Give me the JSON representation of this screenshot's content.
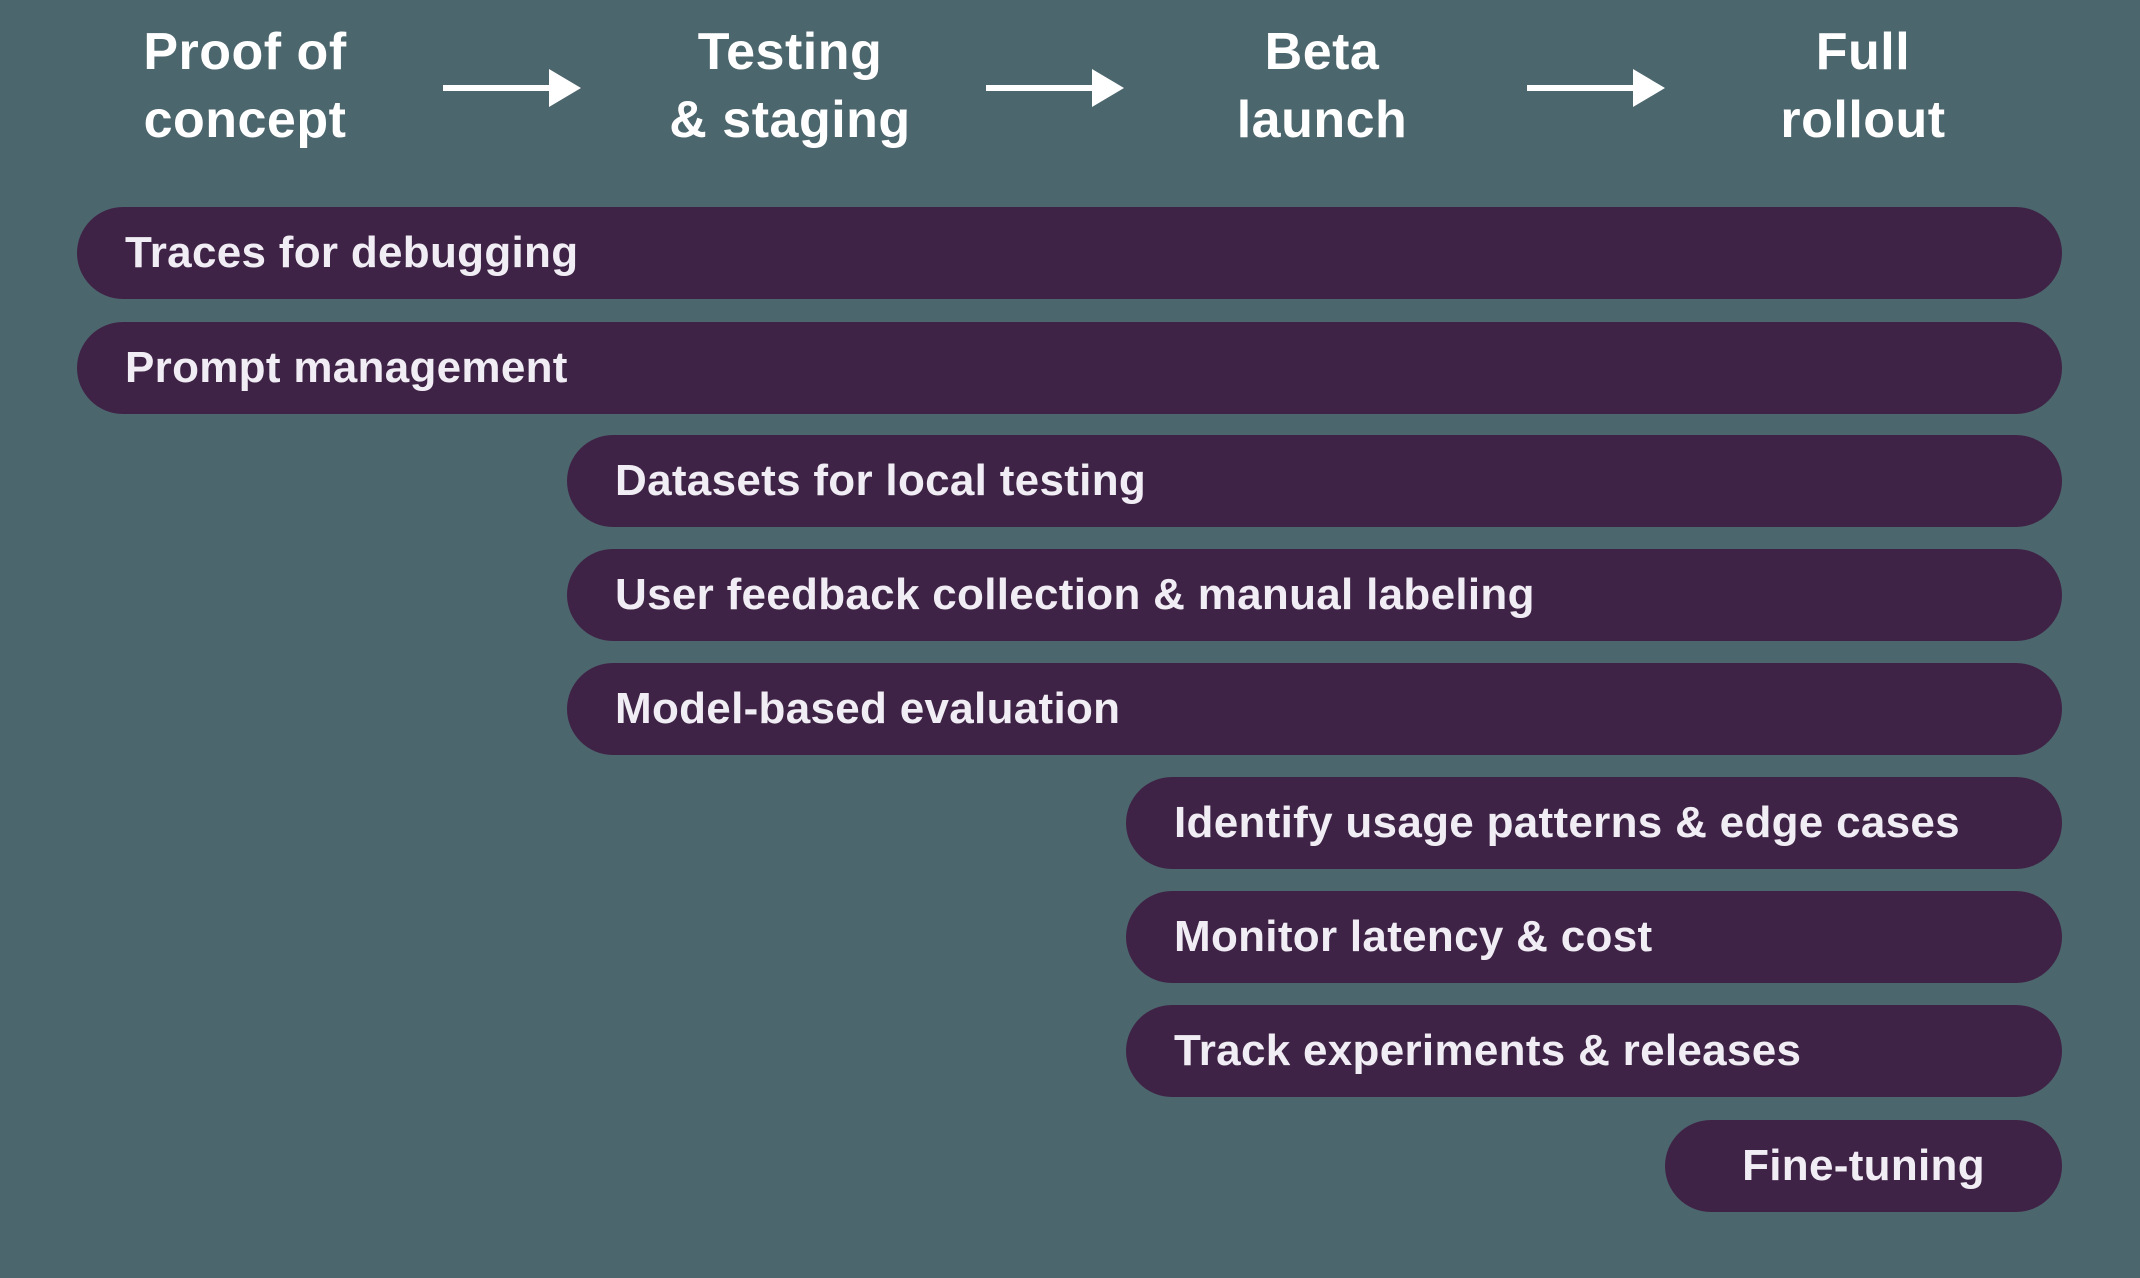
{
  "colors": {
    "background": "#4C666D",
    "bar": "#3F2346",
    "bar_text": "#F1EDF4",
    "header_text": "#FFFFFF",
    "arrow": "#FFFFFF"
  },
  "stages": [
    {
      "line1": "Proof of",
      "line2": "concept"
    },
    {
      "line1": "Testing",
      "line2": "& staging"
    },
    {
      "line1": "Beta",
      "line2": "launch"
    },
    {
      "line1": "Full",
      "line2": "rollout"
    }
  ],
  "icons": [
    {
      "name": "arrow-right-icon"
    },
    {
      "name": "arrow-right-icon"
    },
    {
      "name": "arrow-right-icon"
    }
  ],
  "bars": [
    {
      "label": "Traces for debugging",
      "starts_at": "Proof of concept"
    },
    {
      "label": "Prompt management",
      "starts_at": "Proof of concept"
    },
    {
      "label": "Datasets for local testing",
      "starts_at": "Testing & staging"
    },
    {
      "label": "User feedback collection & manual labeling",
      "starts_at": "Testing & staging"
    },
    {
      "label": "Model-based evaluation",
      "starts_at": "Testing & staging"
    },
    {
      "label": "Identify usage patterns & edge cases",
      "starts_at": "Beta launch"
    },
    {
      "label": "Monitor latency & cost",
      "starts_at": "Beta launch"
    },
    {
      "label": "Track experiments & releases",
      "starts_at": "Beta launch"
    },
    {
      "label": "Fine-tuning",
      "starts_at": "Full rollout"
    }
  ]
}
